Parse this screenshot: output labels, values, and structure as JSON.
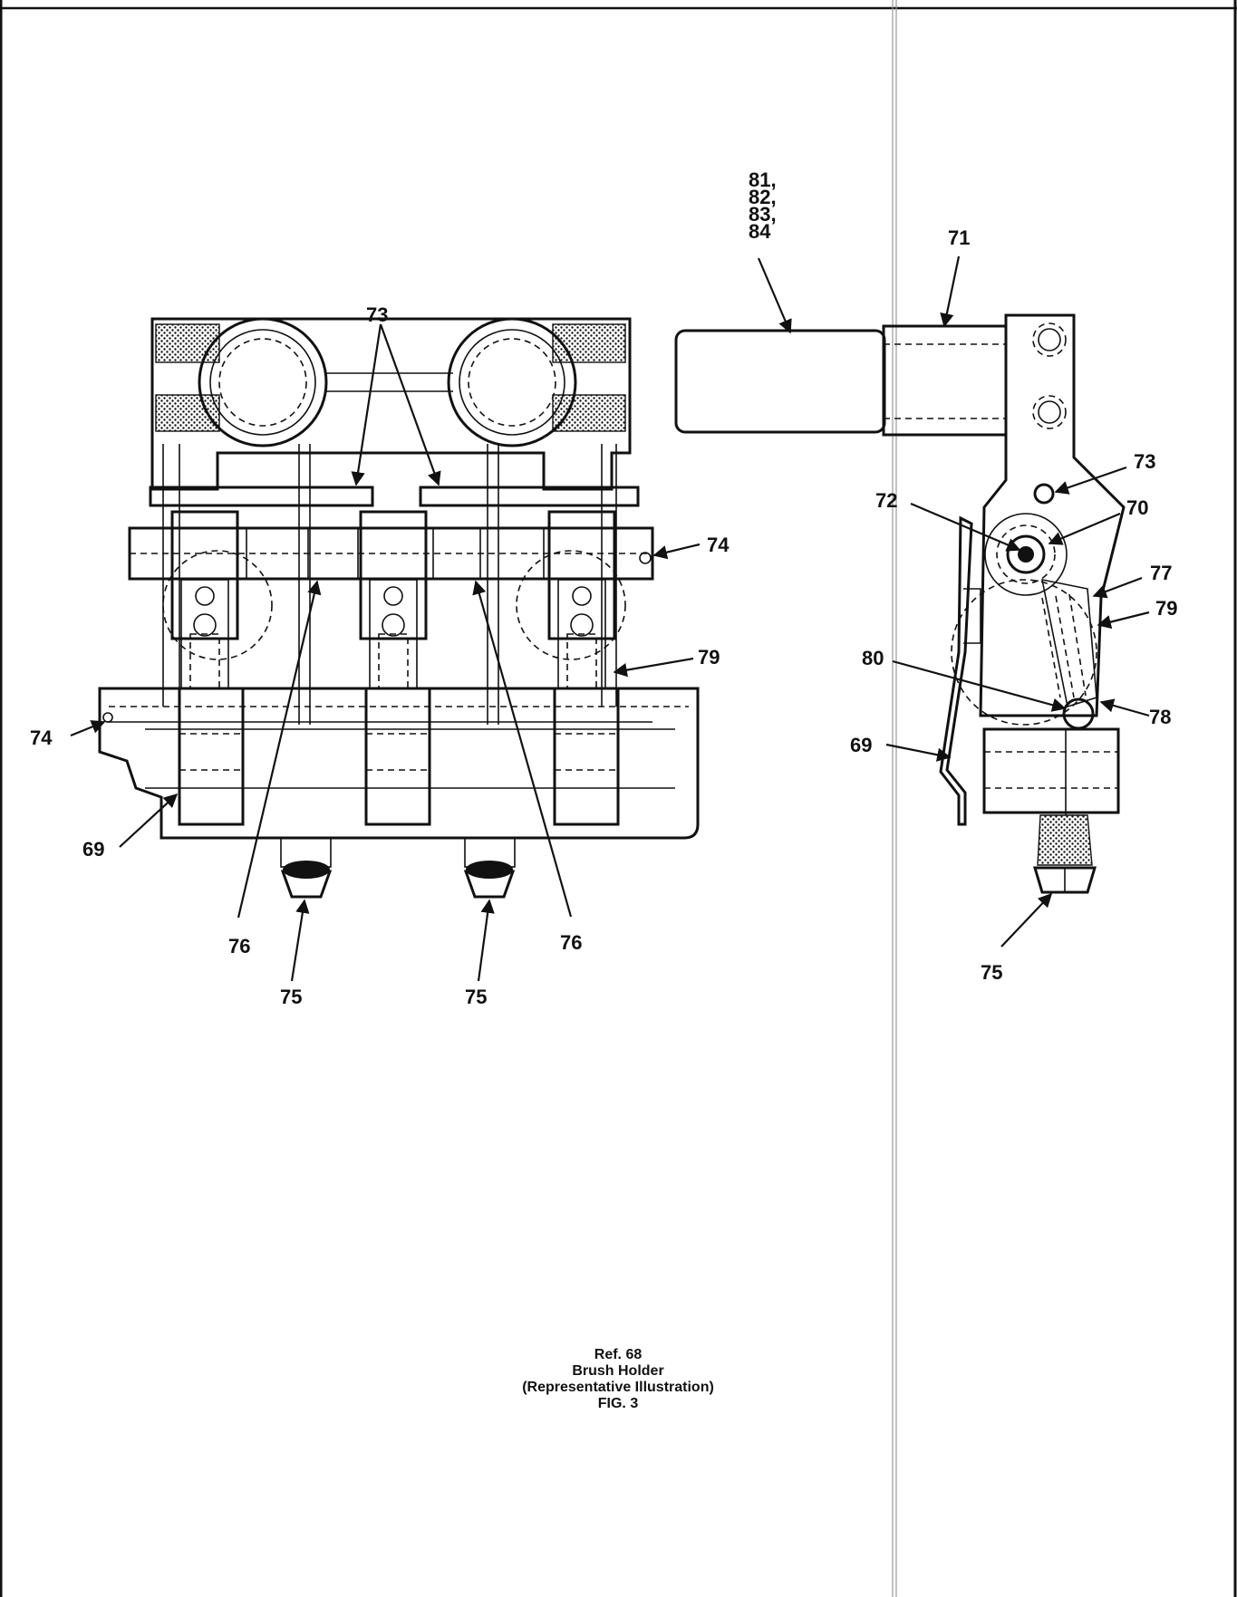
{
  "figure": {
    "caption_lines": [
      "Ref. 68",
      "Brush Holder",
      "(Representative Illustration)",
      "FIG. 3"
    ]
  },
  "callouts": {
    "front_73": "73",
    "front_74_right": "74",
    "front_74_left": "74",
    "front_79": "79",
    "front_69": "69",
    "front_76_left": "76",
    "front_76_right": "76",
    "front_75_left": "75",
    "front_75_right": "75",
    "side_81_84": [
      "81,",
      "82,",
      "83,",
      "84"
    ],
    "side_71": "71",
    "side_73": "73",
    "side_72": "72",
    "side_70": "70",
    "side_77": "77",
    "side_79": "79",
    "side_80": "80",
    "side_78": "78",
    "side_69": "69",
    "side_75": "75"
  }
}
